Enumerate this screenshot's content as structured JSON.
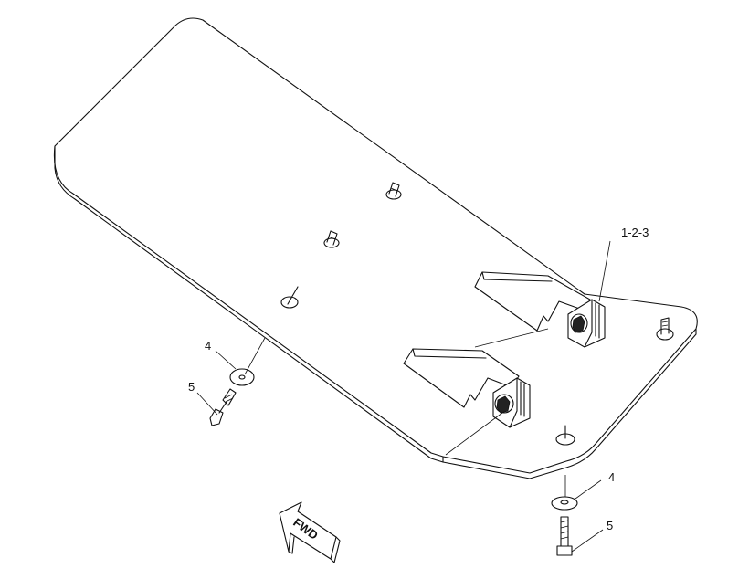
{
  "callouts": {
    "hinge_assembly": "1-2-3",
    "washer_left": "4",
    "bolt_left": "5",
    "washer_right": "4",
    "bolt_right": "5"
  },
  "direction_arrow": {
    "label": "FWD"
  }
}
